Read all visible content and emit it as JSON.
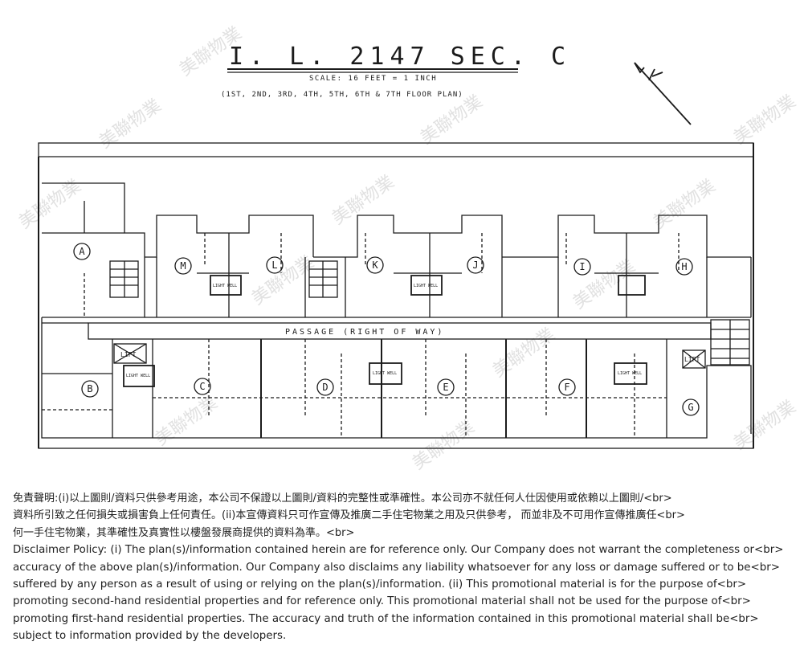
{
  "plan": {
    "lot_title": "I. L. 2147 SEC. C",
    "scale_note": "SCALE: 16 FEET = 1 INCH",
    "floors_note": "(1ST, 2ND, 3RD, 4TH, 5TH, 6TH & 7TH FLOOR PLAN)",
    "passage_label": "PASSAGE (RIGHT OF WAY)",
    "light_well_label": "LIGHT WELL",
    "lift_label": "LIFT",
    "units_top": [
      "A",
      "M",
      "L",
      "K",
      "J",
      "I",
      "H"
    ],
    "units_bottom": [
      "B",
      "C",
      "D",
      "E",
      "F",
      "G"
    ],
    "north_arrow_icon": "north-arrow-icon",
    "watermark_text": "美聯物業",
    "line_color": "#1b1b1b",
    "watermark_color": "#c9c9c9"
  },
  "disclaimer": {
    "zh_lines": [
      "免責聲明:(i)以上圖則/資料只供參考用途，本公司不保證以上圖則/資料的完整性或準確性。本公司亦不就任何人仕因使用或依賴以上圖則/<br>",
      "資料所引致之任何損失或損害負上任何責任。(ii)本宣傳資料只可作宣傳及推廣二手住宅物業之用及只供參考， 而並非及不可用作宣傳推廣任<br>",
      "何一手住宅物業，其準確性及真實性以樓盤發展商提供的資料為準。<br>"
    ],
    "en_lines": [
      "Disclaimer Policy: (i) The plan(s)/information contained herein are for reference only. Our Company does not warrant the completeness or<br>",
      "accuracy of the above plan(s)/information. Our Company also disclaims any liability whatsoever for any loss or damage suffered or to be<br>",
      "suffered by any person as a result of using or relying on the plan(s)/information. (ii) This promotional material is for the purpose of<br>",
      "promoting second-hand residential properties and for reference only. This promotional material shall not be used for the purpose of<br>",
      "promoting first-hand residential properties. The accuracy and truth of the information contained in this promotional material shall be<br>",
      "subject to information provided by the developers."
    ]
  }
}
